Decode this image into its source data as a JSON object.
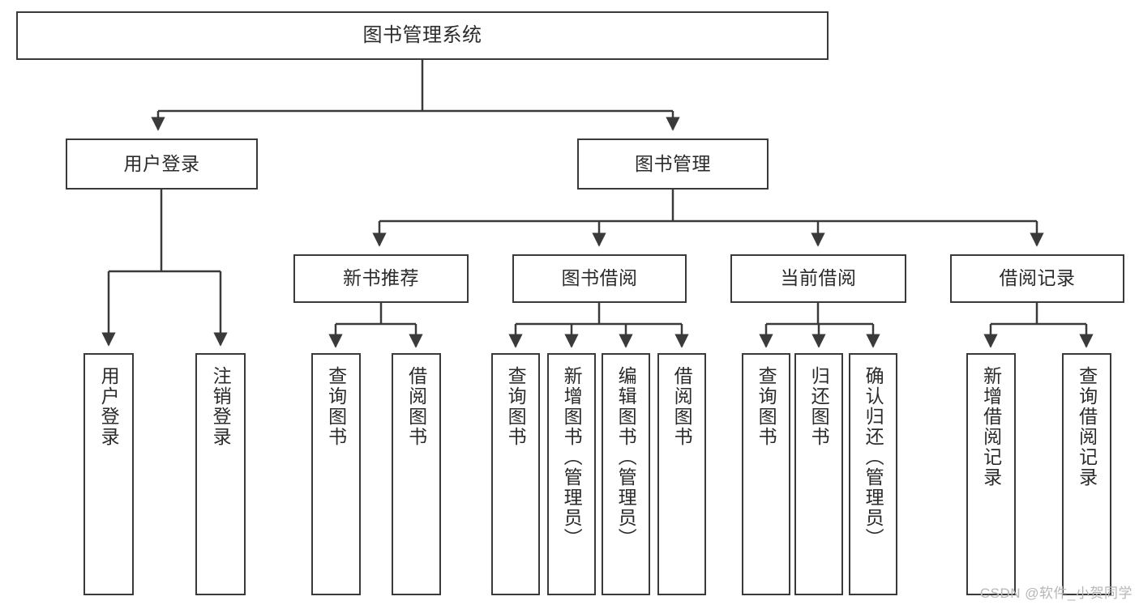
{
  "diagram": {
    "title": "图书管理系统",
    "type": "hierarchy-tree",
    "stroke_color": "#3a3a3a",
    "text_color": "#2b2b2b",
    "background_color": "#ffffff",
    "watermark": "CSDN @软件_小贺同学",
    "levels": {
      "level1": [
        "图书管理系统"
      ],
      "level2": [
        "用户登录",
        "图书管理"
      ],
      "level3": [
        "新书推荐",
        "图书借阅",
        "当前借阅",
        "借阅记录"
      ],
      "level4": [
        "用户登录",
        "注销登录",
        "查询图书",
        "借阅图书",
        "查询图书",
        "新增图书（管理员）",
        "编辑图书（管理员）",
        "借阅图书",
        "查询图书",
        "归还图书",
        "确认归还（管理员）",
        "新增借阅记录",
        "查询借阅记录"
      ]
    },
    "nodes": {
      "root": {
        "label": "图书管理系统"
      },
      "user_login": {
        "label": "用户登录"
      },
      "book_manage": {
        "label": "图书管理"
      },
      "new_book_rec": {
        "label": "新书推荐"
      },
      "book_borrow": {
        "label": "图书借阅"
      },
      "current_borrow": {
        "label": "当前借阅"
      },
      "borrow_record": {
        "label": "借阅记录"
      },
      "leaf_user_login": {
        "label": "用户登录"
      },
      "leaf_logout": {
        "label": "注销登录"
      },
      "leaf_query_book_a": {
        "label": "查询图书"
      },
      "leaf_borrow_book_a": {
        "label": "借阅图书"
      },
      "leaf_query_book_b": {
        "label": "查询图书"
      },
      "leaf_add_book": {
        "label": "新增图书（管理员）"
      },
      "leaf_edit_book": {
        "label": "编辑图书（管理员）"
      },
      "leaf_borrow_book_b": {
        "label": "借阅图书"
      },
      "leaf_query_book_c": {
        "label": "查询图书"
      },
      "leaf_return_book": {
        "label": "归还图书"
      },
      "leaf_confirm_return": {
        "label": "确认归还（管理员）"
      },
      "leaf_add_record": {
        "label": "新增借阅记录"
      },
      "leaf_query_record": {
        "label": "查询借阅记录"
      }
    },
    "edges": [
      {
        "from": "root",
        "to": "user_login"
      },
      {
        "from": "root",
        "to": "book_manage"
      },
      {
        "from": "user_login",
        "to": "leaf_user_login"
      },
      {
        "from": "user_login",
        "to": "leaf_logout"
      },
      {
        "from": "book_manage",
        "to": "new_book_rec"
      },
      {
        "from": "book_manage",
        "to": "book_borrow"
      },
      {
        "from": "book_manage",
        "to": "current_borrow"
      },
      {
        "from": "book_manage",
        "to": "borrow_record"
      },
      {
        "from": "new_book_rec",
        "to": "leaf_query_book_a"
      },
      {
        "from": "new_book_rec",
        "to": "leaf_borrow_book_a"
      },
      {
        "from": "book_borrow",
        "to": "leaf_query_book_b"
      },
      {
        "from": "book_borrow",
        "to": "leaf_add_book"
      },
      {
        "from": "book_borrow",
        "to": "leaf_edit_book"
      },
      {
        "from": "book_borrow",
        "to": "leaf_borrow_book_b"
      },
      {
        "from": "current_borrow",
        "to": "leaf_query_book_c"
      },
      {
        "from": "current_borrow",
        "to": "leaf_return_book"
      },
      {
        "from": "current_borrow",
        "to": "leaf_confirm_return"
      },
      {
        "from": "borrow_record",
        "to": "leaf_add_record"
      },
      {
        "from": "borrow_record",
        "to": "leaf_query_record"
      }
    ]
  }
}
